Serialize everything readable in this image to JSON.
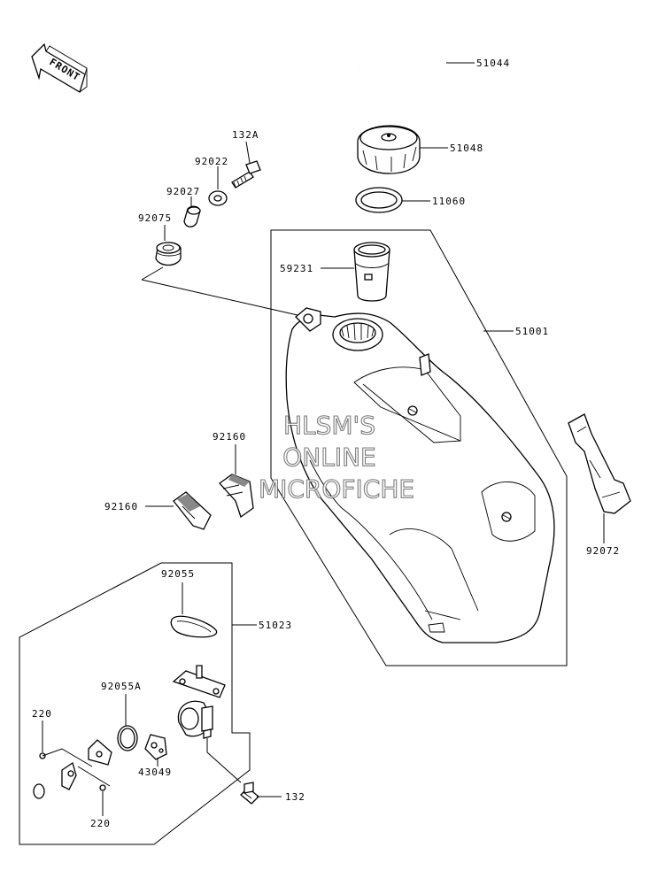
{
  "front_arrow": {
    "label": "FRONT"
  },
  "watermark": {
    "lines": [
      "HLSM'S",
      "ONLINE",
      "MICROFICHE"
    ]
  },
  "callouts": {
    "c51044": "51044",
    "c51048": "51048",
    "c11060": "11060",
    "c59231": "59231",
    "c51001": "51001",
    "c132A": "132A",
    "c92022": "92022",
    "c92027": "92027",
    "c92075": "92075",
    "c92160a": "92160",
    "c92160b": "92160",
    "c92072": "92072",
    "c92055": "92055",
    "c51023": "51023",
    "c92055A": "92055A",
    "c220a": "220",
    "c43049": "43049",
    "c220b": "220",
    "c132": "132"
  }
}
